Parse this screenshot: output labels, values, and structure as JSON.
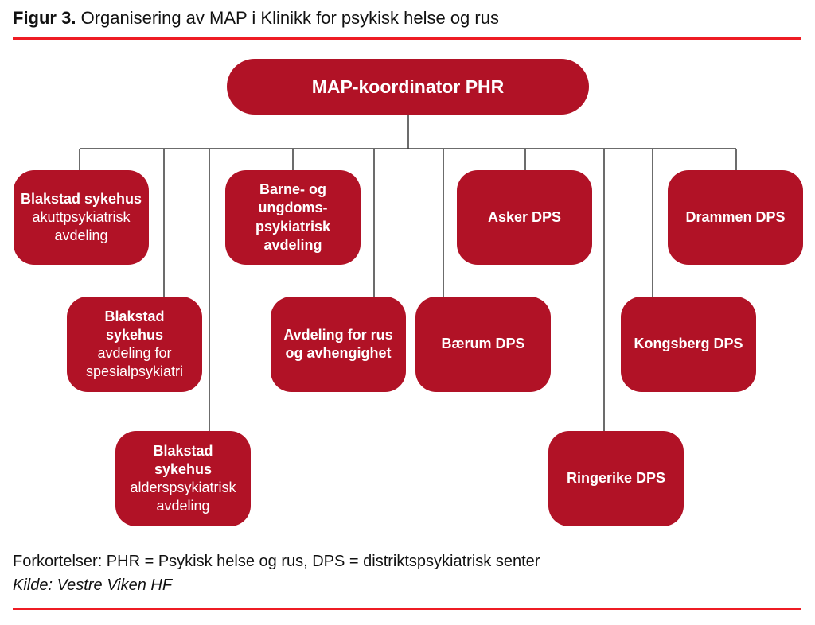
{
  "figure": {
    "title_prefix": "Figur 3.",
    "title_text": "Organisering av MAP i Klinikk for psykisk helse og rus"
  },
  "colors": {
    "box_red": "#b11226",
    "rule_red": "#ee1c24",
    "connector_gray": "#3b3b3b",
    "box_text": "#ffffff",
    "body_text": "#111111"
  },
  "root": {
    "label": "MAP-koordinator PHR"
  },
  "nodes": [
    {
      "id": "blakstad-akutt",
      "bold": "Blakstad sykehus",
      "regular": "akuttpsykiatrisk\navdeling"
    },
    {
      "id": "barne-ungdom",
      "bold": "Barne- og\nungdoms-\npsykiatrisk\navdeling",
      "regular": ""
    },
    {
      "id": "asker-dps",
      "bold": "Asker DPS",
      "regular": ""
    },
    {
      "id": "drammen-dps",
      "bold": "Drammen DPS",
      "regular": ""
    },
    {
      "id": "blakstad-spesial",
      "bold": "Blakstad\nsykehus",
      "regular": "avdeling for\nspesialpsykiatri"
    },
    {
      "id": "avdeling-rus",
      "bold": "Avdeling for rus\nog avhengighet",
      "regular": ""
    },
    {
      "id": "baerum-dps",
      "bold": "Bærum DPS",
      "regular": ""
    },
    {
      "id": "kongsberg-dps",
      "bold": "Kongsberg DPS",
      "regular": ""
    },
    {
      "id": "blakstad-alders",
      "bold": "Blakstad\nsykehus",
      "regular": "alderspsykiatrisk\navdeling"
    },
    {
      "id": "ringerike-dps",
      "bold": "Ringerike DPS",
      "regular": ""
    }
  ],
  "footer": {
    "abbreviations": "Forkortelser: PHR = Psykisk helse og rus, DPS = distriktspsykiatrisk senter",
    "source": "Kilde: Vestre Viken HF"
  }
}
